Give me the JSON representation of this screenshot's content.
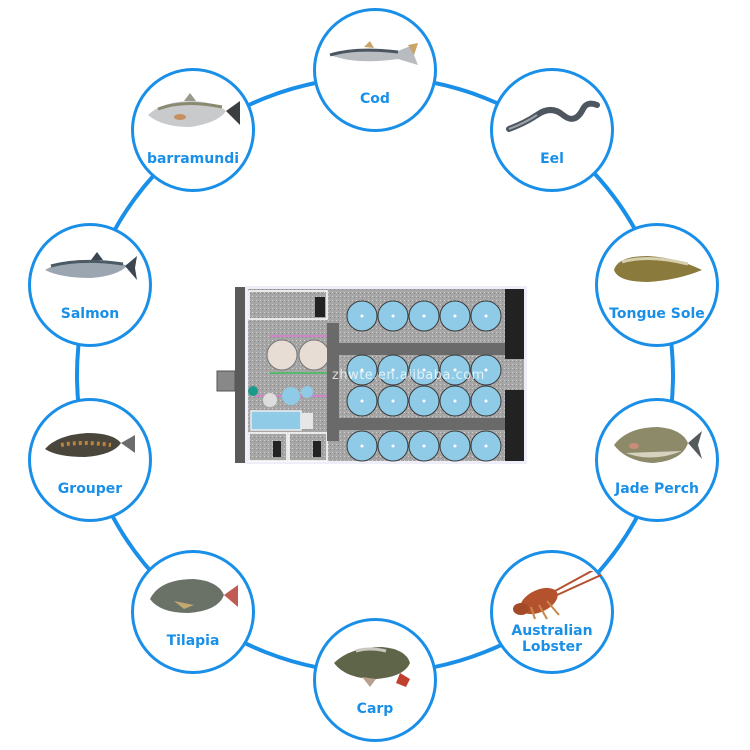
{
  "diagram": {
    "ring_color": "#1a8fe8",
    "center_image": {
      "description": "aquaculture-facility-floorplan",
      "watermark": "zhwte.en.alibaba.com",
      "tank_rows": 4,
      "tanks_per_row": 5,
      "tank_color": "#8fcbe6"
    },
    "species": [
      {
        "label": "Cod",
        "icon": "cod-fish-icon"
      },
      {
        "label": "Eel",
        "icon": "eel-icon"
      },
      {
        "label": "Tongue Sole",
        "icon": "tongue-sole-icon"
      },
      {
        "label": "Jade Perch",
        "icon": "jade-perch-icon"
      },
      {
        "label": "Australian Lobster",
        "line1": "Australian",
        "line2": "Lobster",
        "icon": "lobster-icon"
      },
      {
        "label": "Carp",
        "icon": "carp-icon"
      },
      {
        "label": "Tilapia",
        "icon": "tilapia-icon"
      },
      {
        "label": "Grouper",
        "icon": "grouper-icon"
      },
      {
        "label": "Salmon",
        "icon": "salmon-icon"
      },
      {
        "label": "barramundi",
        "icon": "barramundi-icon"
      }
    ]
  }
}
